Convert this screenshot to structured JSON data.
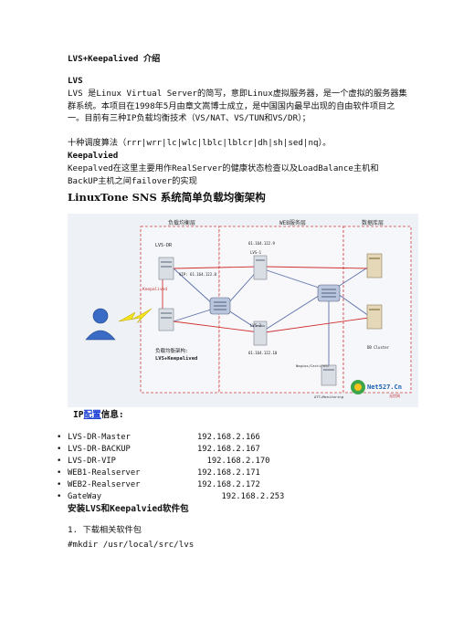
{
  "doc": {
    "title": "LVS+Keepalived 介绍",
    "h_lvs": "LVS",
    "p_lvs": "LVS 是Linux Virtual Server的简写，意即Linux虚拟服务器，是一个虚拟的服务器集群系统。本项目在1998年5月由章文嵩博士成立，是中国国内最早出现的自由软件项目之一。目前有三种IP负载均衡技术（VS/NAT、VS/TUN和VS/DR）；",
    "p_algo": "十种调度算法（rrr|wrr|lc|wlc|lblc|lblcr|dh|sh|sed|nq）。",
    "h_keep": "Keepalvied",
    "p_keep": "Keepalved在这里主要用作RealServer的健康状态检查以及LoadBalance主机和BackUP主机之间failover的实现",
    "fig_title": "LinuxTone SNS 系统简单负载均衡架构",
    "ip_head_pre": "IP",
    "ip_head_link": "配置",
    "ip_head_post": "信息:",
    "ip_list": [
      {
        "name": "LVS-DR-Master",
        "ip": "192.168.2.166"
      },
      {
        "name": "LVS-DR-BACKUP",
        "ip": "192.168.2.167"
      },
      {
        "name": "LVS-DR-VIP",
        "ip": "  192.168.2.170"
      },
      {
        "name": "WEB1-Realserver",
        "ip": "192.168.2.171"
      },
      {
        "name": "WEB2-Realserver",
        "ip": "192.168.2.172"
      },
      {
        "name": "GateWay",
        "ip": "     192.168.2.253"
      }
    ],
    "install_head": "安装LVS和Keepalvied软件包",
    "step1": "1. 下载相关软件包",
    "cmd1": "#mkdir /usr/local/src/lvs"
  },
  "diagram": {
    "zone_lb": "负载均衡层",
    "zone_web": "WEB服务层",
    "zone_db": "数据库层",
    "lvs_dr": "LVS-DR",
    "vip": "VIP: 61.164.122.8",
    "keepalived": "Keepalived",
    "arch_label_1": "负载均衡架构:",
    "arch_label_2": "LVS+Keepalived",
    "web1_ip": "61.164.122.9",
    "web1_name": "LVS-1",
    "web2_name": "LVS-2",
    "web2_ip": "61.164.122.10",
    "monitor_1": "Nagios/Cacti/etc",
    "monitor_2": "ATT+Monitoring",
    "db_cluster": "DB Cluster",
    "logo_text": "Net527.Cn",
    "logo_sub": "无忧网"
  }
}
